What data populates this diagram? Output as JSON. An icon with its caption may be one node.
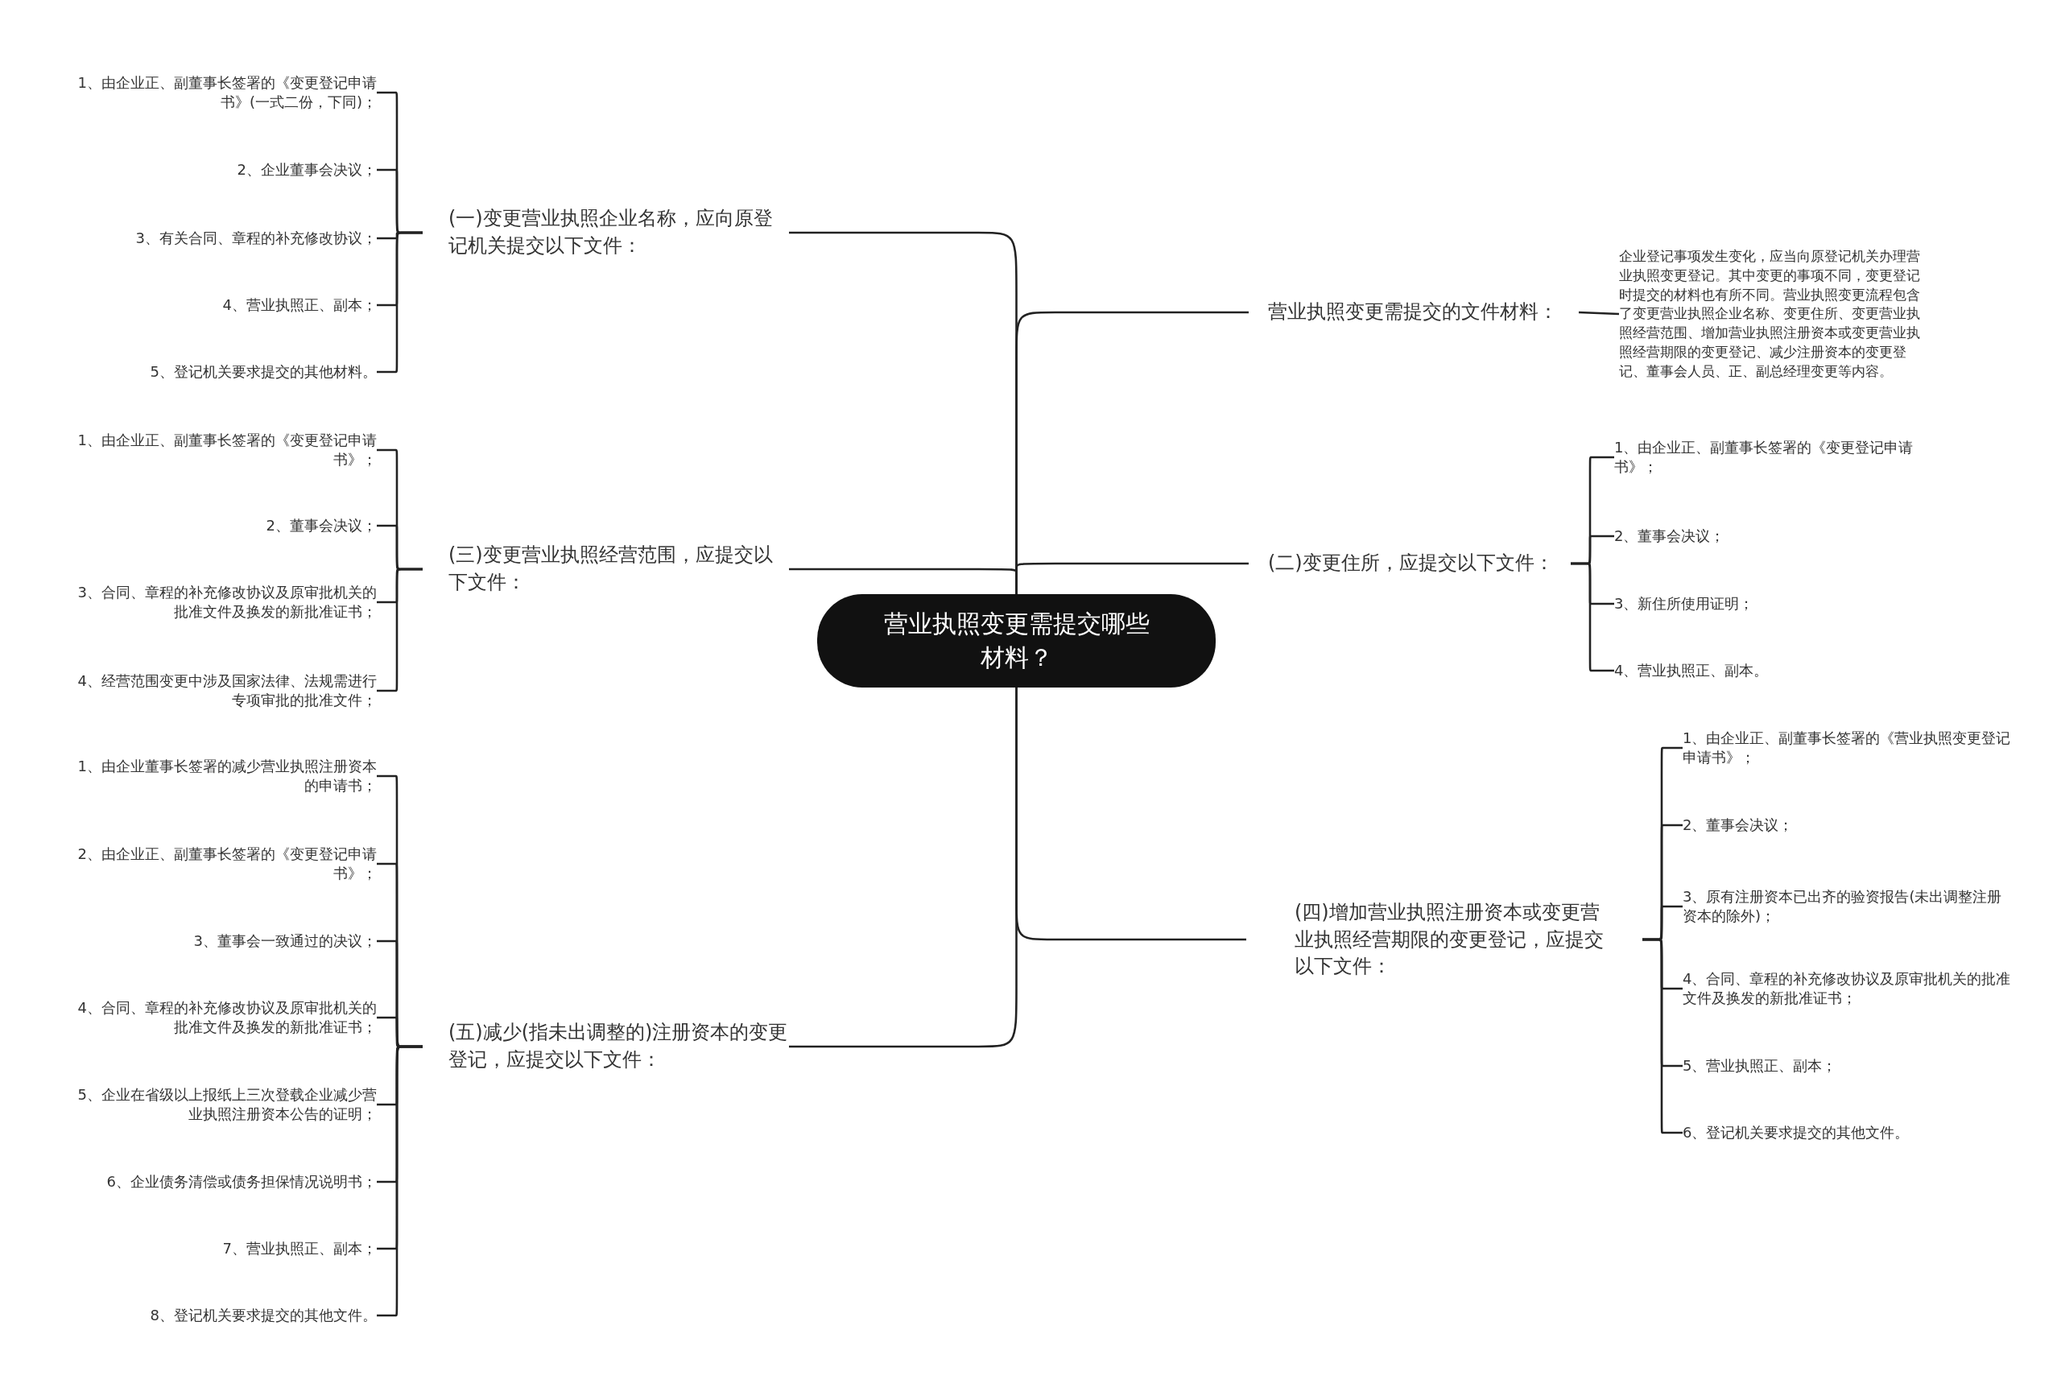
{
  "diagram": {
    "nodes": [
      {
        "text": [
          "营业执照变更需提交哪些材料？"
        ]
      },
      {
        "text": [
          "(一)变更营业执照企业名称，应向原登记机关提交以下文件："
        ]
      },
      {
        "text": [
          "1、由企业正、副董事长签署的《变更登记申请书》(一式二份，下同)；"
        ]
      },
      {
        "text": [
          "2、企业董事会决议；"
        ]
      },
      {
        "text": [
          "3、有关合同、章程的补充修改协议；"
        ]
      },
      {
        "text": [
          "4、营业执照正、副本；"
        ]
      },
      {
        "text": [
          "5、登记机关要求提交的其他材料。"
        ]
      },
      {
        "text": [
          "(三)变更营业执照经营范围，应提交以下文件："
        ]
      },
      {
        "text": [
          "1、由企业正、副董事长签署的《变更登记申请书》；"
        ]
      },
      {
        "text": [
          "2、董事会决议；"
        ]
      },
      {
        "text": [
          "3、合同、章程的补充修改协议及原审批机关的批准文件及换发的新批准证书；"
        ]
      },
      {
        "text": [
          "4、经营范围变更中涉及国家法律、法规需进行专项审批的批准文件；"
        ]
      },
      {
        "text": [
          "(五)减少(指未出调整的)注册资本的变更登记，应提交以下文件："
        ]
      },
      {
        "text": [
          "1、由企业董事长签署的减少营业执照注册资本的申请书；"
        ]
      },
      {
        "text": [
          "2、由企业正、副董事长签署的《变更登记申请书》；"
        ]
      },
      {
        "text": [
          "3、董事会一致通过的决议；"
        ]
      },
      {
        "text": [
          "4、合同、章程的补充修改协议及原审批机关的批准文件及换发的新批准证书；"
        ]
      },
      {
        "text": [
          "5、企业在省级以上报纸上三次登载企业减少营业执照注册资本公告的证明；"
        ]
      },
      {
        "text": [
          "6、企业债务清偿或债务担保情况说明书；"
        ]
      },
      {
        "text": [
          "7、营业执照正、副本；"
        ]
      },
      {
        "text": [
          "8、登记机关要求提交的其他文件。"
        ]
      },
      {
        "text": [
          "营业执照变更需提交的文件材料："
        ]
      },
      {
        "text": [
          "企业登记事项发生变化，应当向原登记机关办理营业执照变更登记。其中变更的事项不同，变更登记时提交的材料也有所不同。营业执照变更流程包含了变更营业执照企业名称、变更住所、变更营业执照经营范围、增加营业执照注册资本或变更营业执照经营期限的变更登记、减少注册资本的变更登记、董事会人员、正、副总经理变更等内容。"
        ]
      },
      {
        "text": [
          "(二)变更住所，应提交以下文件："
        ]
      },
      {
        "text": [
          "1、由企业正、副董事长签署的《变更登记申请书》；"
        ]
      },
      {
        "text": [
          "2、董事会决议；"
        ]
      },
      {
        "text": [
          "3、新住所使用证明；"
        ]
      },
      {
        "text": [
          "4、营业执照正、副本。"
        ]
      },
      {
        "text": [
          "(四)增加营业执照注册资本或变更营业执照经营期限的变更登记，应提交以下文件："
        ]
      },
      {
        "text": [
          "1、由企业正、副董事长签署的《营业执照变更登记申请书》；"
        ]
      },
      {
        "text": [
          "2、董事会决议；"
        ]
      },
      {
        "text": [
          "3、原有注册资本已出齐的验资报告(未出调整注册资本的除外)；"
        ]
      },
      {
        "text": [
          "4、合同、章程的补充修改协议及原审批机关的批准文件及换发的新批准证书；"
        ]
      },
      {
        "text": [
          "5、营业执照正、副本；"
        ]
      },
      {
        "text": [
          "6、登记机关要求提交的其他文件。"
        ]
      }
    ],
    "edges": [
      {
        "from": 0,
        "to": 1,
        "arrow": "none"
      },
      {
        "from": 1,
        "to": 2,
        "arrow": "none"
      },
      {
        "from": 1,
        "to": 3,
        "arrow": "none"
      },
      {
        "from": 1,
        "to": 4,
        "arrow": "none"
      },
      {
        "from": 1,
        "to": 5,
        "arrow": "none"
      },
      {
        "from": 1,
        "to": 6,
        "arrow": "none"
      },
      {
        "from": 0,
        "to": 7,
        "arrow": "none"
      },
      {
        "from": 7,
        "to": 8,
        "arrow": "none"
      },
      {
        "from": 7,
        "to": 9,
        "arrow": "none"
      },
      {
        "from": 7,
        "to": 10,
        "arrow": "none"
      },
      {
        "from": 7,
        "to": 11,
        "arrow": "none"
      },
      {
        "from": 0,
        "to": 12,
        "arrow": "none"
      },
      {
        "from": 12,
        "to": 13,
        "arrow": "none"
      },
      {
        "from": 12,
        "to": 14,
        "arrow": "none"
      },
      {
        "from": 12,
        "to": 15,
        "arrow": "none"
      },
      {
        "from": 12,
        "to": 16,
        "arrow": "none"
      },
      {
        "from": 12,
        "to": 17,
        "arrow": "none"
      },
      {
        "from": 12,
        "to": 18,
        "arrow": "none"
      },
      {
        "from": 12,
        "to": 19,
        "arrow": "none"
      },
      {
        "from": 12,
        "to": 20,
        "arrow": "none"
      },
      {
        "from": 0,
        "to": 21,
        "arrow": "none"
      },
      {
        "from": 21,
        "to": 22,
        "arrow": "none"
      },
      {
        "from": 0,
        "to": 23,
        "arrow": "none"
      },
      {
        "from": 23,
        "to": 24,
        "arrow": "none"
      },
      {
        "from": 23,
        "to": 25,
        "arrow": "none"
      },
      {
        "from": 23,
        "to": 26,
        "arrow": "none"
      },
      {
        "from": 23,
        "to": 27,
        "arrow": "none"
      },
      {
        "from": 0,
        "to": 28,
        "arrow": "none"
      },
      {
        "from": 28,
        "to": 29,
        "arrow": "none"
      },
      {
        "from": 28,
        "to": 30,
        "arrow": "none"
      },
      {
        "from": 28,
        "to": 31,
        "arrow": "none"
      },
      {
        "from": 28,
        "to": 32,
        "arrow": "none"
      },
      {
        "from": 28,
        "to": 33,
        "arrow": "none"
      },
      {
        "from": 28,
        "to": 34,
        "arrow": "none"
      }
    ]
  }
}
